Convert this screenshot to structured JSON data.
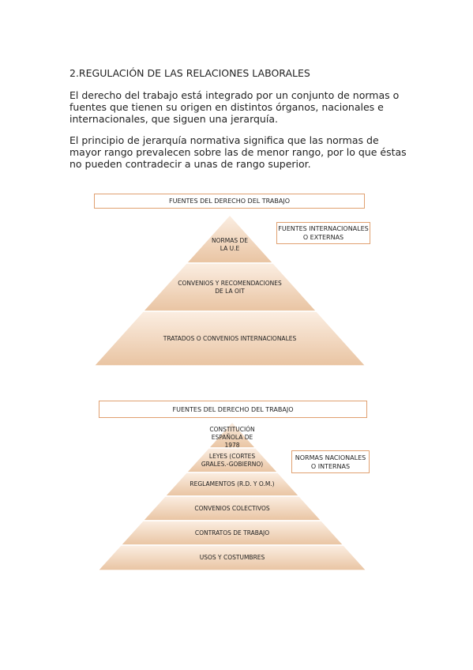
{
  "heading": "2.REGULACIÓN DE LAS RELACIONES LABORALES",
  "paragraph1": "El derecho del trabajo está integrado por un conjunto de normas o fuentes que tienen su origen en distintos órganos, nacionales e internacionales, que siguen una jerarquía.",
  "paragraph2": "El principio de jerarquía normativa significa que las normas de mayor rango prevalecen sobre las de menor rango, por lo que éstas no pueden contradecir a unas de rango superior.",
  "diagram1": {
    "title": "FUENTES DEL DERECHO DEL TRABAJO",
    "side_label": "FUENTES INTERNACIONALES\nO EXTERNAS",
    "levels": [
      "NORMAS DE\nLA U.E",
      "CONVENIOS Y RECOMENDACIONES\nDE LA OIT",
      "TRATADOS O CONVENIOS INTERNACIONALES"
    ]
  },
  "diagram2": {
    "title": "FUENTES DEL DERECHO DEL TRABAJO",
    "side_label": "NORMAS NACIONALES\nO INTERNAS",
    "levels": [
      "CONSTITUCIÓN\nESPAÑOLA DE\n1978",
      "LEYES (CORTES\nGRALES.-GOBIERNO)",
      "REGLAMENTOS (R.D. Y O.M.)",
      "CONVENIOS COLECTIVOS",
      "CONTRATOS DE TRABAJO",
      "USOS Y COSTUMBRES"
    ]
  },
  "colors": {
    "box_border": "#e0a070",
    "tier_top": "#fbeee2",
    "tier_bottom": "#e9c4a2"
  }
}
